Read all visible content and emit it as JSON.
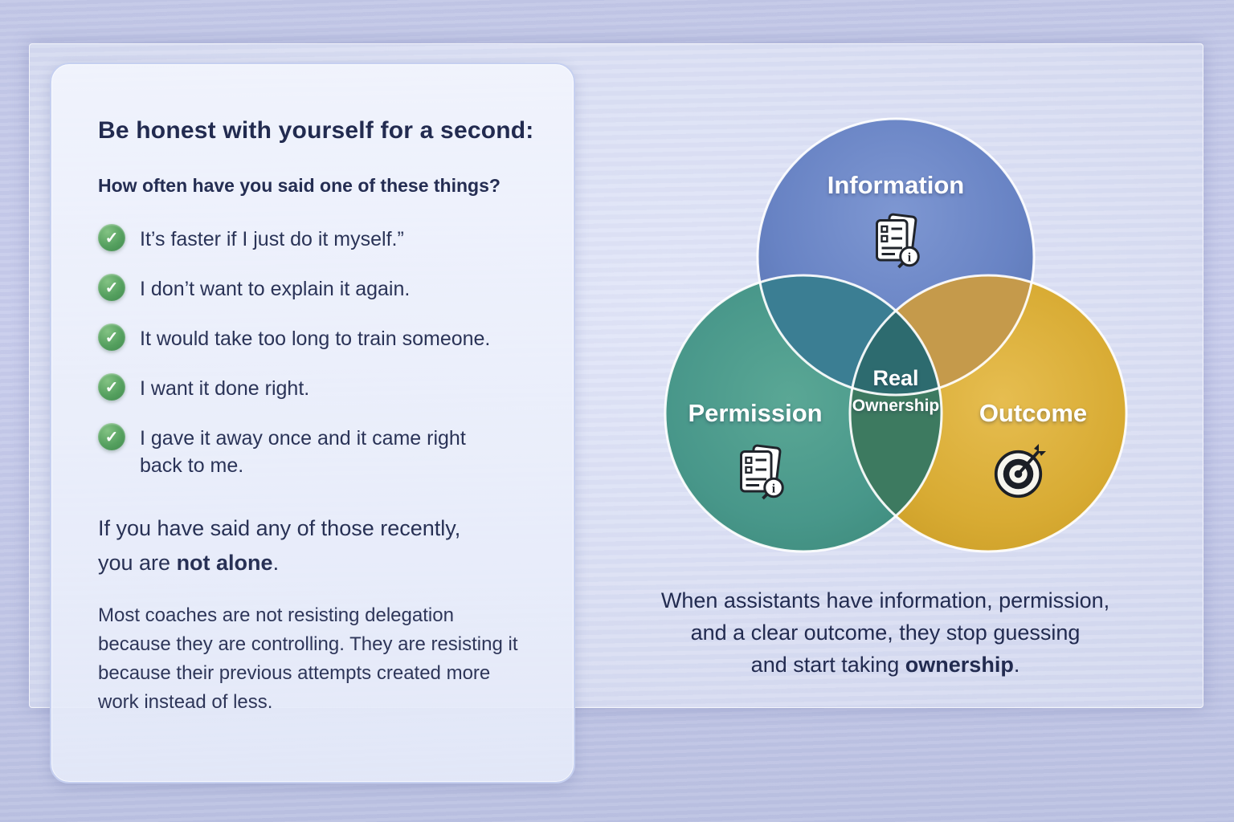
{
  "left_panel": {
    "heading": "Be honest with yourself for a second:",
    "subheading": "How often have you said one of these things?",
    "check_glyph": "✓",
    "checklist": [
      {
        "text": "It’s faster if I just do it myself.”"
      },
      {
        "text": "I don’t want to explain it again."
      },
      {
        "text": "It would take too long to train someone."
      },
      {
        "text": "I want it done right."
      },
      {
        "text": "I gave it away once and it came right back to me."
      }
    ],
    "conclusion": {
      "line1": "If you have said any of those recently,",
      "line2_prefix": "you are ",
      "line2_bold": "not alone",
      "line2_suffix": "."
    },
    "paragraph": "Most coaches are not resisting delegation because they are controlling. They are resisting it because their previous attempts created more work instead of less."
  },
  "venn": {
    "top": {
      "label": "Information",
      "icon": "document-info-icon",
      "color": "#6b85c7"
    },
    "left": {
      "label": "Permission",
      "icon": "document-info-icon",
      "color": "#54998f"
    },
    "right": {
      "label": "Outcome",
      "icon": "target-icon",
      "color": "#d3a93e"
    },
    "center": {
      "line1": "Real",
      "line2": "Ownership",
      "color": "#2d6b6f"
    }
  },
  "caption": {
    "line1": "When assistants have information, permission,",
    "line2": "and a clear outcome, they stop guessing",
    "line3_prefix": "and start taking ",
    "line3_bold": "ownership",
    "line3_suffix": "."
  },
  "palette": {
    "background": "#c6cbe9",
    "panel": "#dde2f4",
    "card": "#eef1fb",
    "heading_text": "#232c52",
    "check_green": "#4f9d58",
    "overlap_blue_green": "#3b7e93",
    "overlap_blue_gold": "#c59a4b",
    "overlap_green_gold": "#3d7a60",
    "overlap_center": "#2d6b6f"
  }
}
